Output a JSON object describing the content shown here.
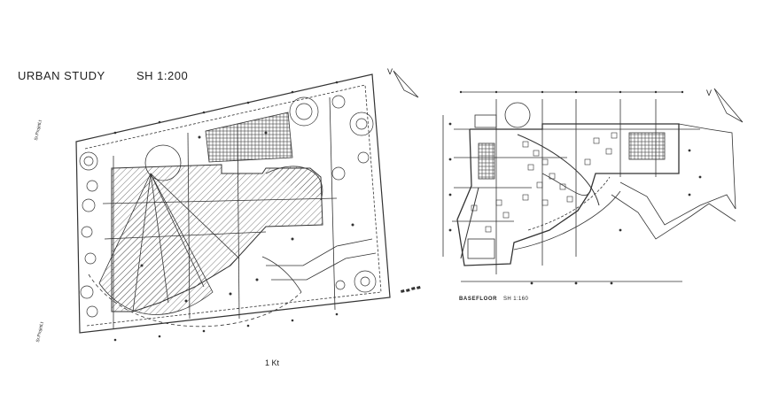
{
  "urban_plan": {
    "title": "URBAN STUDY",
    "scale": "SH 1:200",
    "sheet_label": "1 Kt",
    "road_label_top": "Sr.ProjetLt",
    "road_label_bottom": "Sr.ProjetLt",
    "north_mark": "V"
  },
  "base_plan": {
    "title": "BASEFLOOR",
    "scale": "SH 1:160",
    "north_mark": "V"
  },
  "colors": {
    "line": "#333333",
    "hatch": "#555555",
    "background": "#ffffff"
  }
}
